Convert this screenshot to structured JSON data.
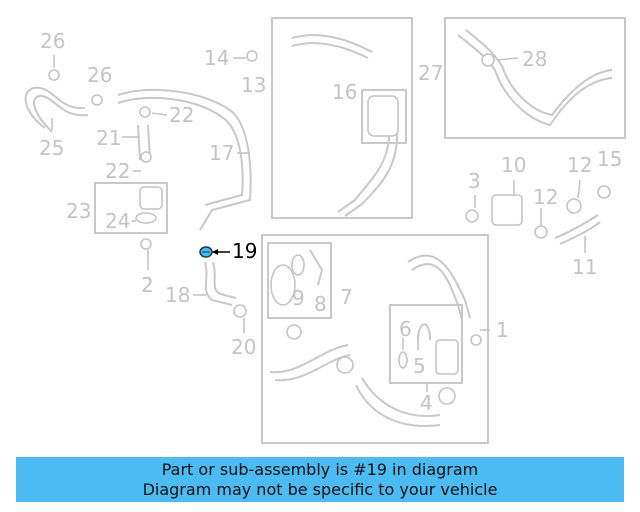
{
  "diagram": {
    "highlighted_part": "19",
    "highlight_color": "#4dbbf3",
    "callouts": [
      "26",
      "26",
      "25",
      "14",
      "13",
      "22",
      "21",
      "17",
      "22",
      "23",
      "24",
      "2",
      "18",
      "19",
      "20",
      "16",
      "27",
      "28",
      "10",
      "12",
      "15",
      "3",
      "12",
      "11",
      "9",
      "8",
      "7",
      "6",
      "5",
      "1",
      "4"
    ]
  },
  "banner": {
    "line1": "Part or sub-assembly is #19 in diagram",
    "line2": "Diagram may not be specific to your vehicle",
    "background": "#4dbbf3"
  }
}
